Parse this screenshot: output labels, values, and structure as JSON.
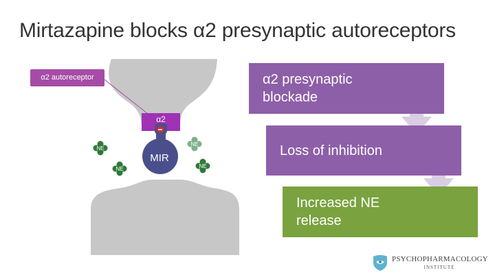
{
  "slide": {
    "title": "Mirtazapine blocks α2 presynaptic autoreceptors"
  },
  "diagram": {
    "callout_label": "α2 autoreceptor",
    "receptor_label": "α2",
    "drug_label": "MIR",
    "neurotransmitter_label": "NE",
    "colors": {
      "neuron": "#c7c7c7",
      "receptor": "#9f32b5",
      "drug": "#4a4f8c",
      "ne_dark": "#2f7a3a",
      "ne_light": "#7fb08a"
    }
  },
  "flow": {
    "steps": [
      {
        "label": "α2 presynaptic\nblockade"
      },
      {
        "label": "Loss of inhibition"
      },
      {
        "label": "Increased NE\nrelease"
      }
    ],
    "colors": {
      "step_purple": "#8d5fa8",
      "step_green": "#7aa23f",
      "arrow": "#d9cde3"
    }
  },
  "logo": {
    "name": "PSYCHOPHARMACOLOGY",
    "sub": "INSTITUTE",
    "icon": "shield-icon"
  }
}
